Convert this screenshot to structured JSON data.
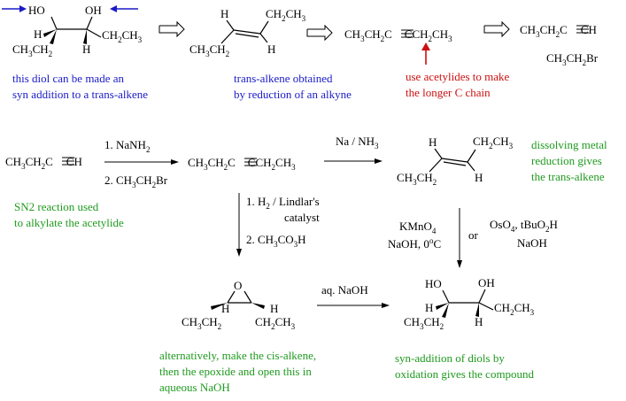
{
  "notes": {
    "diol_note": [
      "this diol can be made an",
      "syn addition to a trans-alkene"
    ],
    "reduction_note": [
      "trans-alkene obtained",
      "by reduction of an alkyne"
    ],
    "acetylide_note": [
      "use acetylides to make",
      "the longer C chain"
    ],
    "sn2_note": [
      "SN2 reaction used",
      "to alkylate the acetylide"
    ],
    "dissolving_note": [
      "dissolving metal",
      "reduction gives",
      "the trans-alkene"
    ],
    "alternative_note": [
      "alternatively, make the cis-alkene,",
      "then the epoxide and open this in",
      "aqueous NaOH"
    ],
    "syn_note": [
      "syn-addition of diols by",
      "oxidation gives the compound"
    ]
  },
  "labels": {
    "H": "H",
    "HO": "HO",
    "OH": "OH",
    "O": "O",
    "or": "or",
    "nh2_step": "1. NaNH",
    "etbr_step": "2. CH",
    "h2_step": "1.  H",
    "lindlar_tail": " / Lindlar's",
    "catalyst": "catalyst",
    "peracid_step": "2. CH",
    "na_nh3": "Na / NH",
    "kmno4": "KMnO",
    "naoh_cold": "NaOH, 0",
    "oso4": "OsO",
    "tbuo2h": ", tBuO",
    "naoh": "NaOH",
    "aq_naoh": "aq. NaOH"
  },
  "colors": {
    "blue": "#1a1ac8",
    "red": "#cc1010",
    "green": "#1f9a1f"
  }
}
